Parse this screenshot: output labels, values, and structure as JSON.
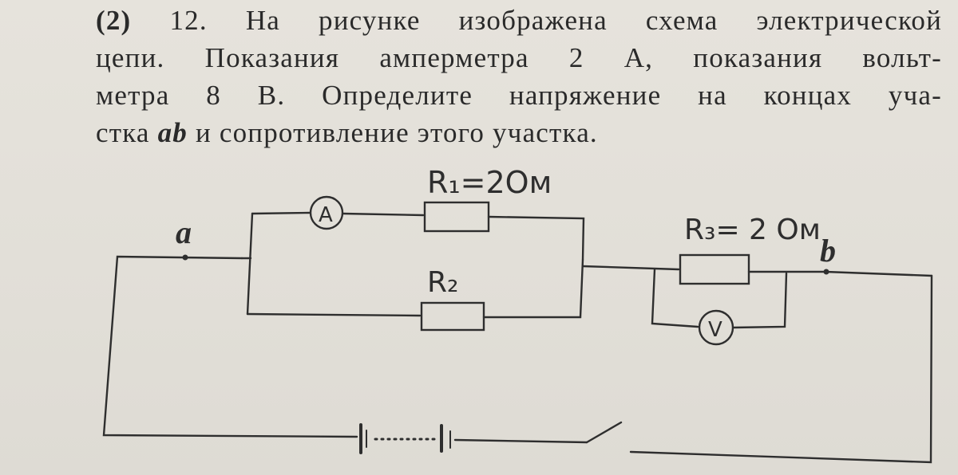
{
  "problem": {
    "marker": "(2)",
    "number": "12.",
    "line1": "На рисунке изображена схема электрической",
    "line2": "цепи. Показания амперметра 2 А, показания вольт-",
    "line3": "метра 8 В. Определите напряжение на концах уча-",
    "line4_pre": "стка ",
    "line4_em": "ab",
    "line4_post": " и сопротивление этого участка."
  },
  "circuit": {
    "point_a": "a",
    "point_b": "b",
    "ammeter_symbol": "A",
    "voltmeter_symbol": "V",
    "r1_label": "R₁=2Ом",
    "r2_label": "R₂",
    "r3_label": "R₃= 2 Ом"
  },
  "colors": {
    "paper": "#e4e1da",
    "ink": "#2a2a2a"
  }
}
